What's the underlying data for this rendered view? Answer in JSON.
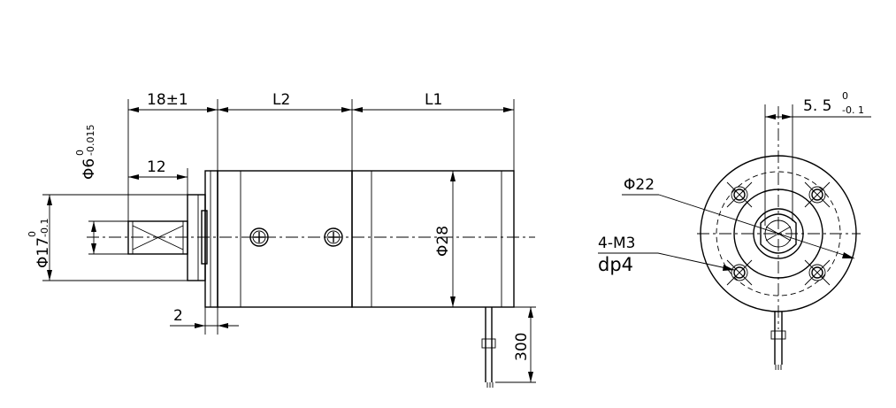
{
  "dimensions": {
    "shaft_len_main": "18",
    "shaft_len_tol": "±1",
    "l2": "L2",
    "l1": "L1",
    "shaft_key_len": "12",
    "shaft_dia_main": "Φ6",
    "shaft_dia_tol_upper": "0",
    "shaft_dia_tol_lower": "-0.015",
    "pilot_dia_main": "Φ17",
    "pilot_dia_tol_upper": "0",
    "pilot_dia_tol_lower": "-0.1",
    "body_dia": "Φ28",
    "flange_thk": "2",
    "lead_len": "300",
    "flat_main": "5. 5",
    "flat_tol_upper": "0",
    "flat_tol_lower": "-0. 1",
    "bolt_circle": "Φ22",
    "thread_spec": "4-M3",
    "thread_depth": "dp4"
  }
}
